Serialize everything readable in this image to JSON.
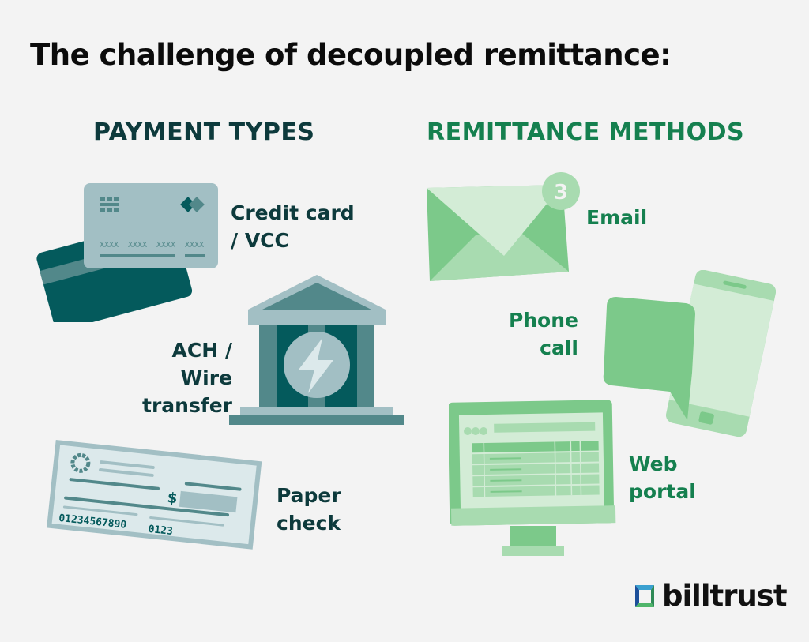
{
  "title": "The challenge of decoupled remittance:",
  "columns": {
    "payment_types": {
      "heading": "PAYMENT TYPES",
      "items": [
        {
          "label_line1": "Credit card",
          "label_line2": "/ VCC",
          "icon": "credit-card-icon",
          "card_digits": [
            "XXXX",
            "XXXX",
            "XXXX",
            "XXXX"
          ]
        },
        {
          "label_line1": "ACH /",
          "label_line2": "Wire transfer",
          "icon": "bank-icon"
        },
        {
          "label_line1": "Paper",
          "label_line2": "check",
          "icon": "paper-check-icon",
          "check_routing": "01234567890",
          "check_number": "0123",
          "currency_symbol": "$"
        }
      ]
    },
    "remittance_methods": {
      "heading": "REMITTANCE METHODS",
      "items": [
        {
          "label_line1": "Email",
          "icon": "envelope-icon",
          "badge_count": "3"
        },
        {
          "label_line1": "Phone",
          "label_line2": "call",
          "icon": "phone-icon"
        },
        {
          "label_line1": "Web",
          "label_line2": "portal",
          "icon": "monitor-icon"
        }
      ]
    }
  },
  "brand": {
    "name": "billtrust"
  },
  "colors": {
    "background": "#f3f3f3",
    "dark_teal": "#045a5c",
    "mid_teal": "#52888a",
    "light_teal": "#a2bfc4",
    "pale_teal": "#dce9eb",
    "green_dark_text": "#15804f",
    "green_mid": "#7cc98a",
    "green_light": "#a8dbb0",
    "green_pale": "#d3ecd6"
  }
}
